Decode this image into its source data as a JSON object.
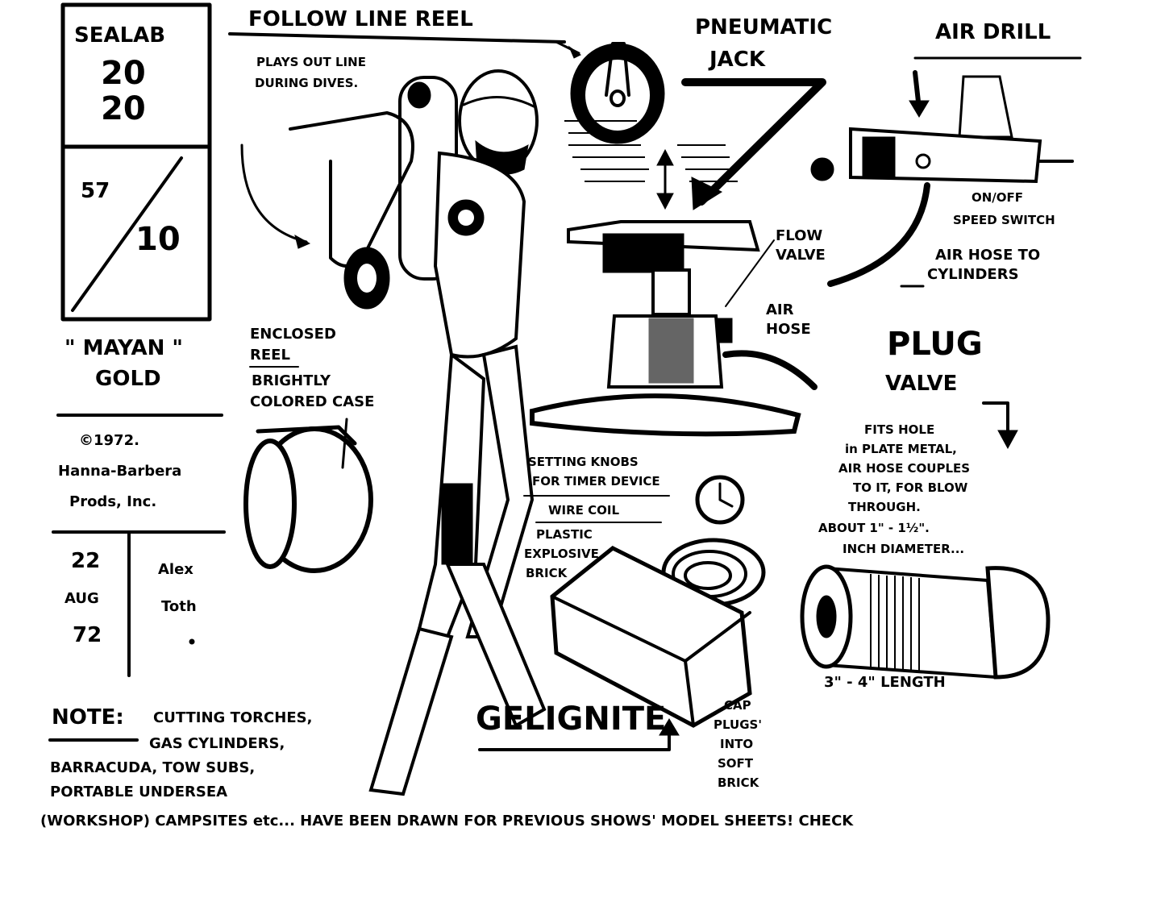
{
  "title_block": {
    "show_line1": "SEALAB",
    "show_line2": "20",
    "show_line3": "20",
    "episode_num": "57",
    "episode_den": "10",
    "episode_title": "\" MAYAN \"",
    "episode_title2": "GOLD",
    "copyright1": "©1972.",
    "copyright2": "Hanna-Barbera",
    "copyright3": "Prods, Inc.",
    "date1": "22",
    "date2": "AUG",
    "date3": "72",
    "artist1": "Alex",
    "artist2": "Toth"
  },
  "labels": {
    "follow_line_reel": "FOLLOW LINE   REEL",
    "plays_out_1": "PLAYS OUT LINE",
    "plays_out_2": "DURING DIVES.",
    "pneumatic_1": "PNEUMATIC",
    "pneumatic_2": "JACK",
    "air_drill": "AIR DRILL",
    "on_off_1": "ON/OFF",
    "on_off_2": "SPEED SWITCH",
    "air_hose_cyl_1": "AIR HOSE TO",
    "air_hose_cyl_2": "CYLINDERS",
    "flow_1": "FLOW",
    "flow_2": "VALVE",
    "air_1": "AIR",
    "air_2": "HOSE",
    "enclosed_1": "ENCLOSED",
    "enclosed_2": "REEL",
    "brightly_1": "BRIGHTLY",
    "brightly_2": "COLORED CASE",
    "plug_1": "PLUG",
    "plug_2": "VALVE",
    "fits_1": "FITS HOLE",
    "fits_2": "in PLATE METAL,",
    "fits_3": "AIR HOSE COUPLES",
    "fits_4": "TO IT, FOR BLOW",
    "fits_5": "THROUGH.",
    "fits_6": "ABOUT 1\" - 1½\".",
    "fits_7": "INCH DIAMETER...",
    "length": "3\" - 4\" LENGTH",
    "setting_1": "SETTING KNOBS",
    "setting_2": "FOR TIMER DEVICE",
    "wire_coil": "WIRE COIL",
    "plastic_1": "PLASTIC",
    "plastic_2": "EXPLOSIVE",
    "plastic_3": "BRICK",
    "gelignite": "GELIGNITE",
    "cap_1": "CAP",
    "cap_2": "PLUGS'",
    "cap_3": "INTO",
    "cap_4": "SOFT",
    "cap_5": "BRICK"
  },
  "note": {
    "heading": "NOTE:",
    "line1": "CUTTING TORCHES,",
    "line2": "GAS CYLINDERS,",
    "line3": "BARRACUDA, TOW SUBS,",
    "line4": "PORTABLE UNDERSEA",
    "line5": "(WORKSHOP) CAMPSITES  etc... HAVE BEEN DRAWN FOR PREVIOUS SHOWS' MODEL SHEETS! CHECK"
  }
}
